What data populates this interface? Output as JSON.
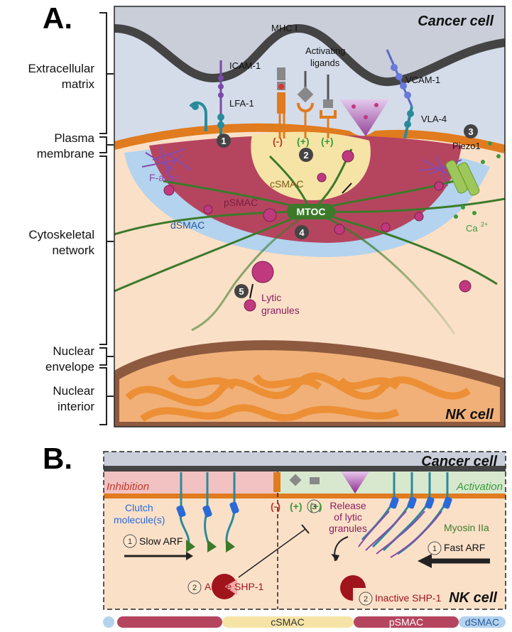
{
  "panel_a": {
    "letter": "A.",
    "cancer_cell": "Cancer cell",
    "nk_cell": "NK cell",
    "left_labels": {
      "ecm_1": "Extracellular",
      "ecm_2": "matrix",
      "pm_1": "Plasma",
      "pm_2": "membrane",
      "cyto_1": "Cytoskeletal",
      "cyto_2": "network",
      "ne_1": "Nuclear",
      "ne_2": "envelope",
      "ni_1": "Nuclear",
      "ni_2": "interior"
    },
    "molecules": {
      "icam": "ICAM-1",
      "lfa": "LFA-1",
      "mhc": "MHC I",
      "act_1": "Activating",
      "act_2": "ligands",
      "vcam": "VCAM-1",
      "vla": "VLA-4",
      "piezo": "Piezo1",
      "ca": "Ca",
      "ca_sup": "2+"
    },
    "signs": {
      "neg": "(-)",
      "pos1": "(+)",
      "pos2": "(+)"
    },
    "regions": {
      "factin": "F-actin",
      "csmac": "cSMAC",
      "psmac": "pSMAC",
      "dsmac": "dSMAC",
      "mtoc": "MTOC",
      "lytic_1": "Lytic",
      "lytic_2": "granules"
    },
    "steps": {
      "s1": "1",
      "s2": "2",
      "s3": "3",
      "s4": "4",
      "s5": "5"
    }
  },
  "panel_b": {
    "letter": "B.",
    "cancer_cell": "Cancer cell",
    "nk_cell": "NK cell",
    "inhibition": "Inhibition",
    "activation": "Activation",
    "clutch_1": "Clutch",
    "clutch_2": "molecule(s)",
    "signs": {
      "neg": "(-)",
      "pos1": "(+)",
      "pos2": "(+)"
    },
    "step1_left": "Slow ARF",
    "step1_right": "Fast ARF",
    "step2_left": "Active SHP-1",
    "step2_right": "Inactive SHP-1",
    "step3_1": "Release",
    "step3_2": "of lytic",
    "step3_3": "granules",
    "myosin": "Myosin IIa",
    "nums": {
      "n1": "1",
      "n2": "2",
      "n3": "3"
    },
    "bar": {
      "csmac": "cSMAC",
      "psmac": "pSMAC",
      "dsmac": "dSMAC"
    }
  },
  "colors": {
    "cancer_fill": "#c9ced9",
    "matrix_fill": "#d4dcea",
    "membrane": "#e07b1f",
    "cytoplasm": "#fbe0c8",
    "dsmac": "#b3d3ee",
    "psmac": "#b5455f",
    "csmac": "#f6e4a6",
    "microtubule": "#3c7a2a",
    "granule": "#c0397f",
    "factin": "#8a4aa8",
    "nucleus": "#f0b078",
    "chromatin": "#ec8a2a"
  }
}
